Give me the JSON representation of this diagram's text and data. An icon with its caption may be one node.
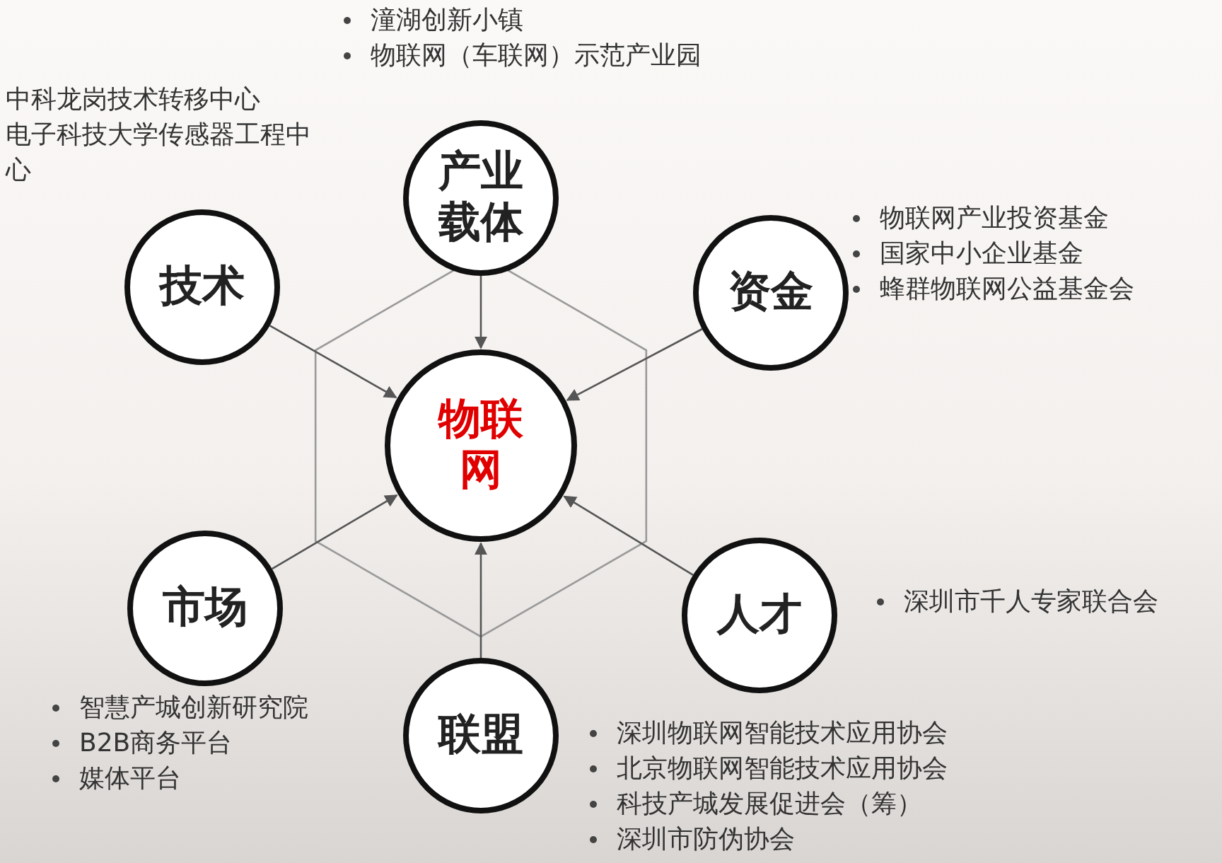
{
  "diagram": {
    "nodes": [
      {
        "text": [
          "物联网"
        ]
      },
      {
        "text": [
          "产业载体"
        ],
        "beside": [
          "潼湖创新小镇",
          "物联网（车联网）示范产业园"
        ]
      },
      {
        "text": [
          "技术"
        ],
        "beside": [
          "中科龙岗技术转移中心",
          "电子科技大学传感器工程中心"
        ]
      },
      {
        "text": [
          "资金"
        ],
        "beside": [
          "物联网产业投资基金",
          "国家中小企业基金",
          "蜂群物联网公益基金会"
        ]
      },
      {
        "text": [
          "市场"
        ],
        "beside": [
          "智慧产城创新研究院",
          "B2B商务平台",
          "媒体平台"
        ]
      },
      {
        "text": [
          "人才"
        ],
        "beside": [
          "深圳市千人专家联合会"
        ]
      },
      {
        "text": [
          "联盟"
        ],
        "beside": [
          "深圳物联网智能技术应用协会",
          "北京物联网智能技术应用协会",
          "科技产城发展促进会（筹）",
          "深圳市防伪协会"
        ]
      }
    ],
    "edges": [
      {
        "from": 1,
        "to": 0,
        "arrow": "to"
      },
      {
        "from": 2,
        "to": 0,
        "arrow": "to"
      },
      {
        "from": 3,
        "to": 0,
        "arrow": "to"
      },
      {
        "from": 4,
        "to": 0,
        "arrow": "to"
      },
      {
        "from": 5,
        "to": 0,
        "arrow": "to"
      },
      {
        "from": 6,
        "to": 0,
        "arrow": "to"
      }
    ]
  }
}
